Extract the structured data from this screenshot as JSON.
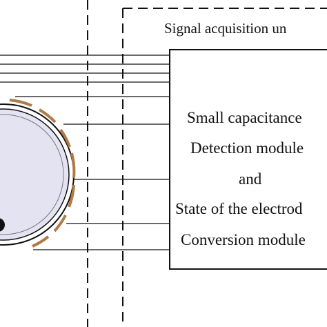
{
  "signal_unit": {
    "title": "Signal acquisition un"
  },
  "module_box": {
    "lines": [
      "Small capacitance",
      "Detection module",
      "and",
      "State of the electrod",
      "Conversion module"
    ]
  },
  "colors": {
    "line": "#111111",
    "sensor_fill": "#e4e3f2",
    "electrode": "#b07a45",
    "background": "#ffffff"
  }
}
